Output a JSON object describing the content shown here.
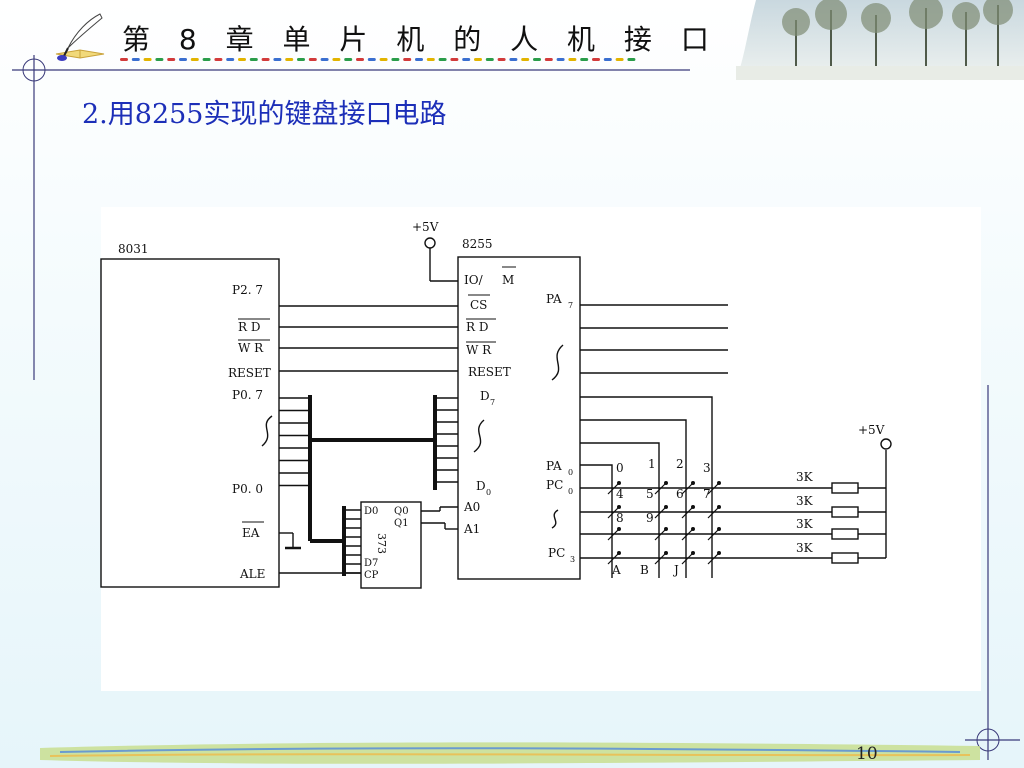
{
  "header": {
    "chapter_title": "第 8 章 单 片 机 的 人 机 接 口"
  },
  "section_title": "2.用8255实现的键盘接口电路",
  "page_number": "10",
  "diagram": {
    "mcu": {
      "name": "8031",
      "pins": {
        "p27": "P2. 7",
        "rd": "R D",
        "wr": "W R",
        "reset": "RESET",
        "p07": "P0. 7",
        "p00": "P0. 0",
        "ea": "EA",
        "ale": "ALE"
      }
    },
    "ppi": {
      "name": "8255",
      "pins": {
        "iom": "IO/",
        "iom_m": "M",
        "cs": "CS",
        "rd": "R D",
        "wr": "W R",
        "reset": "RESET",
        "d7": "D",
        "d7_sub": "7",
        "d0": "D",
        "d0_sub": "0",
        "a0": "A0",
        "a1": "A1",
        "pa7": "PA",
        "pa7_sub": "7",
        "pa0": "PA",
        "pa0_sub": "0",
        "pc0": "PC",
        "pc0_sub": "0",
        "pc3": "PC",
        "pc3_sub": "3"
      }
    },
    "latch": {
      "name": "373",
      "d0": "D0",
      "q0": "Q0",
      "q1": "Q1",
      "d7": "D7",
      "cp": "CP"
    },
    "vcc_top": "+5V",
    "vcc_right": "+5V",
    "keys_top": [
      "0",
      "1",
      "2",
      "3"
    ],
    "keys_mid": [
      "4",
      "5",
      "6",
      "7"
    ],
    "keys_bot": [
      "8",
      "9"
    ],
    "keys_bottom_row": [
      "A",
      "B",
      "J"
    ],
    "resistors": [
      "3K",
      "3K",
      "3K",
      "3K"
    ]
  }
}
